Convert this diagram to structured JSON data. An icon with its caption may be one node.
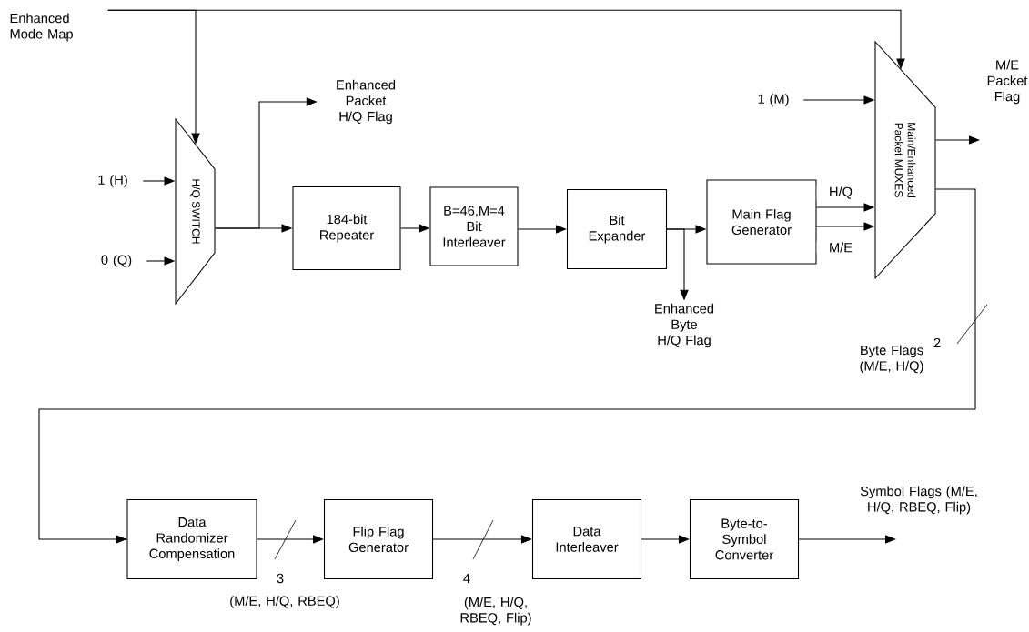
{
  "diagram": {
    "nodes": [
      {
        "text": [
          "Enhanced Mode Map"
        ]
      },
      {
        "text": [
          "1 (H)"
        ]
      },
      {
        "text": [
          "0 (Q)"
        ]
      },
      {
        "text": [
          "H/Q SWITCH"
        ]
      },
      {
        "text": [
          "Enhanced Packet H/Q Flag"
        ]
      },
      {
        "text": [
          "184-bit Repeater"
        ]
      },
      {
        "text": [
          "B=46,M=4 Bit Interleaver"
        ]
      },
      {
        "text": [
          "Bit Expander"
        ]
      },
      {
        "text": [
          "Enhanced Byte H/Q Flag"
        ]
      },
      {
        "text": [
          "Main Flag Generator"
        ]
      },
      {
        "text": [
          "1 (M)"
        ]
      },
      {
        "text": [
          "Main/Enhanced Packet MUXES"
        ]
      },
      {
        "text": [
          "Data Randomizer Compensation"
        ]
      },
      {
        "text": [
          "Flip Flag Generator"
        ]
      },
      {
        "text": [
          "Data Interleaver"
        ]
      },
      {
        "text": [
          "Byte-to-Symbol Converter"
        ]
      }
    ],
    "edges": [
      {
        "from": 0,
        "to": 3,
        "arrow": "to"
      },
      {
        "from": 0,
        "to": 11,
        "arrow": "to"
      },
      {
        "from": 1,
        "to": 3,
        "arrow": "to"
      },
      {
        "from": 2,
        "to": 3,
        "arrow": "to"
      },
      {
        "from": 3,
        "to": 5,
        "arrow": "to"
      },
      {
        "from": 3,
        "to": 4,
        "arrow": "to"
      },
      {
        "from": 5,
        "to": 6,
        "arrow": "to"
      },
      {
        "from": 6,
        "to": 7,
        "arrow": "to"
      },
      {
        "from": 7,
        "to": 9,
        "arrow": "to"
      },
      {
        "from": 7,
        "to": 8,
        "arrow": "to"
      },
      {
        "from": 9,
        "to": 11,
        "arrow": "to",
        "label": "H/Q"
      },
      {
        "from": 9,
        "to": 11,
        "arrow": "to",
        "label": "M/E"
      },
      {
        "from": 10,
        "to": 11,
        "arrow": "to"
      },
      {
        "from": 11,
        "to": null,
        "arrow": "to",
        "label": "M/E Packet Flag"
      },
      {
        "from": 11,
        "to": 12,
        "arrow": "to",
        "label": "Byte Flags (M/E, H/Q)"
      },
      {
        "from": 12,
        "to": 13,
        "arrow": "to",
        "label": "(M/E, H/Q, RBEQ)"
      },
      {
        "from": 13,
        "to": 14,
        "arrow": "to",
        "label": "(M/E, H/Q, RBEQ, Flip)"
      },
      {
        "from": 14,
        "to": 15,
        "arrow": "to"
      },
      {
        "from": 15,
        "to": null,
        "arrow": "to",
        "label": "Symbol Flags (M/E, H/Q, RBEQ, Flip)"
      }
    ],
    "labels": [
      "2",
      "3",
      "4"
    ]
  }
}
